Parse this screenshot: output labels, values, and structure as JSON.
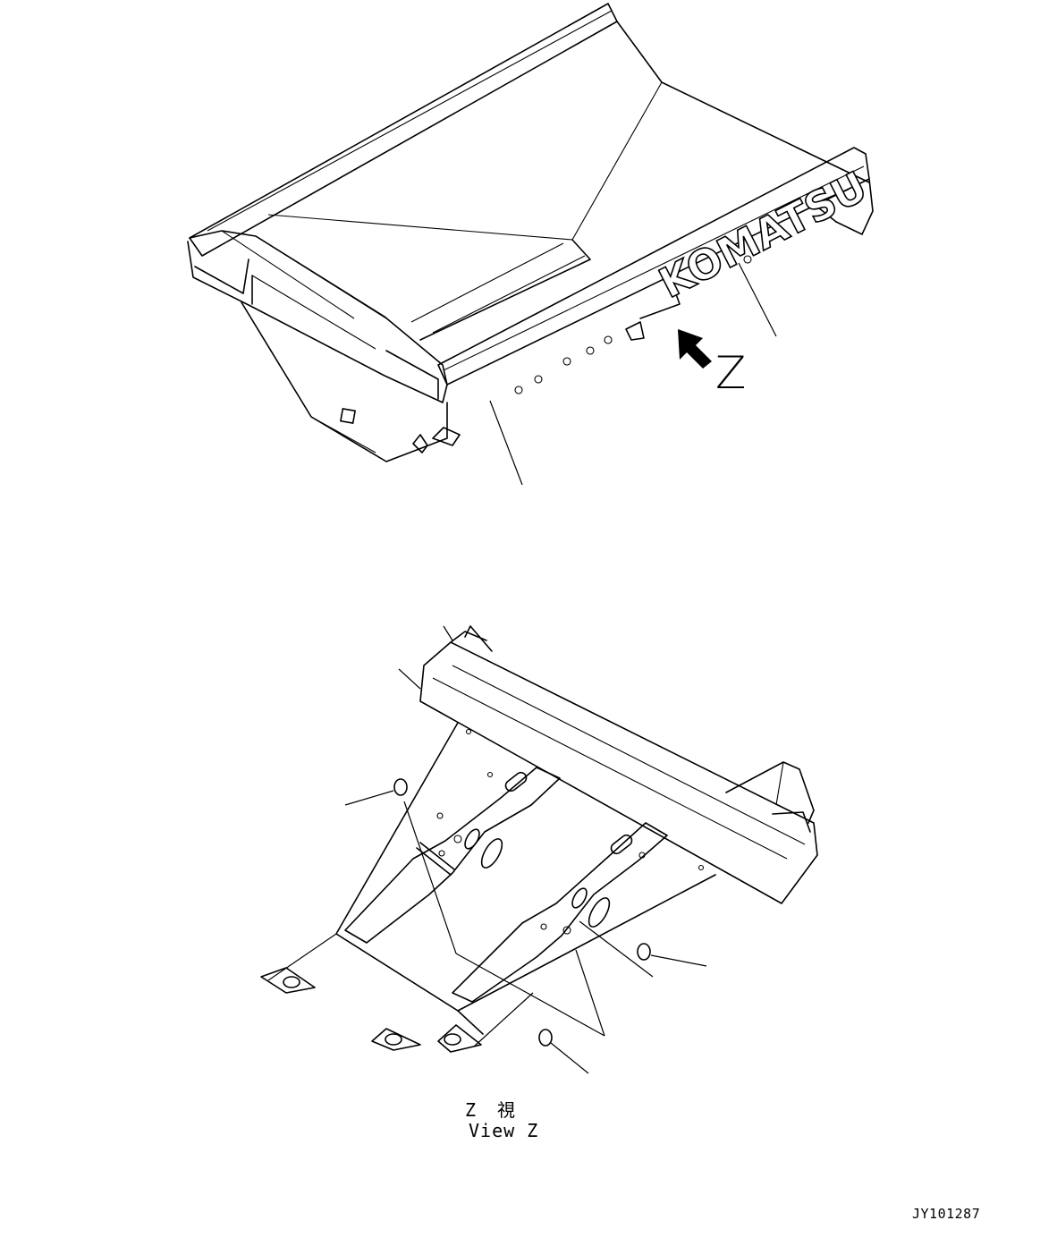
{
  "view_marker": {
    "letter": "Z"
  },
  "view_caption": {
    "japanese": "Z　視",
    "english": "View Z"
  },
  "body_logo": {
    "text": "KOMATSU"
  },
  "drawing_id": "JY101287"
}
